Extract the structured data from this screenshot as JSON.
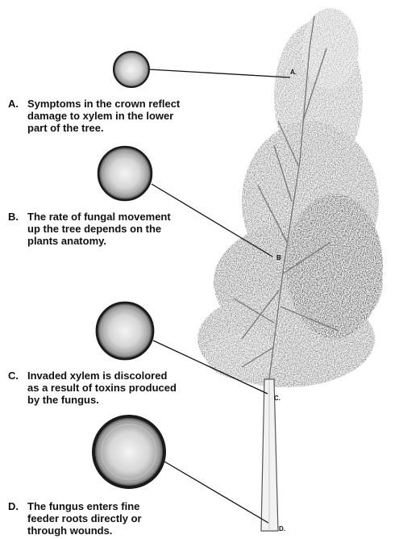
{
  "notes": [
    {
      "letter": "A.",
      "lines": [
        "Symptoms in the crown reflect",
        "damage to xylem in the lower",
        "part of the tree."
      ]
    },
    {
      "letter": "B.",
      "lines": [
        "The rate of fungal movement",
        "up the tree depends on the",
        "plants anatomy."
      ]
    },
    {
      "letter": "C.",
      "lines": [
        "Invaded xylem is discolored",
        "as a result of toxins produced",
        "by the fungus."
      ]
    },
    {
      "letter": "D.",
      "lines": [
        "The fungus enters fine",
        "feeder roots directly or",
        "through wounds."
      ]
    }
  ],
  "tags": [
    "A.",
    "B",
    "C.",
    "D."
  ]
}
